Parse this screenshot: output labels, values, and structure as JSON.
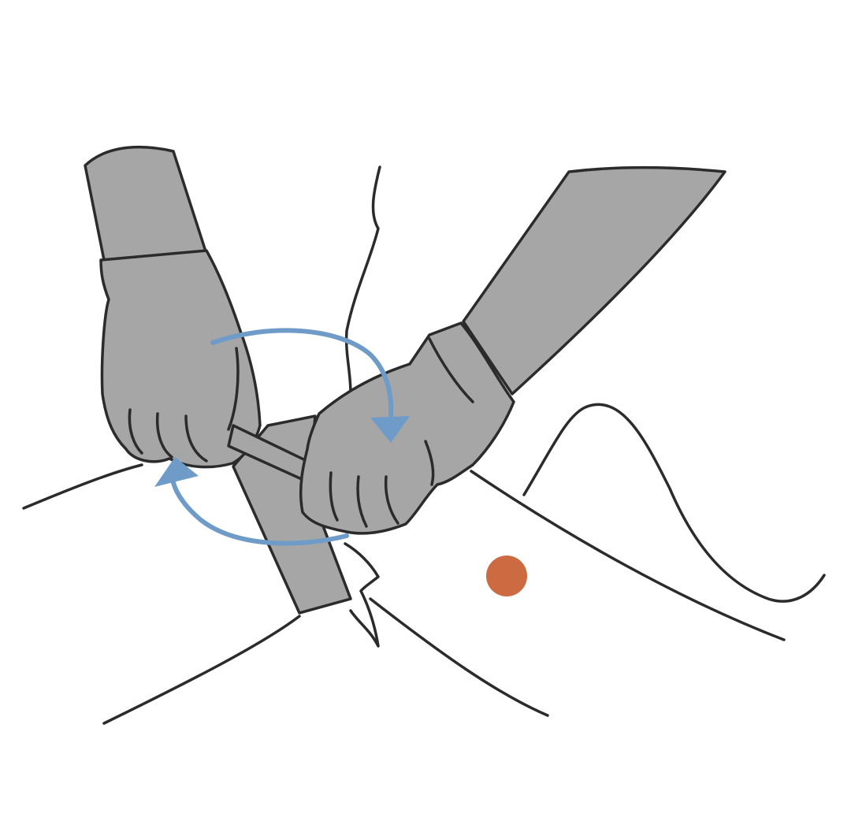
{
  "illustration": {
    "subject": "tourniquet-windlass-twist",
    "colors": {
      "glove": "#a6a6a6",
      "outline": "#2b2b2b",
      "arrow": "#6f9bc8",
      "wound": "#cc6a42",
      "background": "#ffffff",
      "skin": "#ffffff"
    },
    "arrows": {
      "count": 2,
      "direction": "clockwise"
    }
  }
}
